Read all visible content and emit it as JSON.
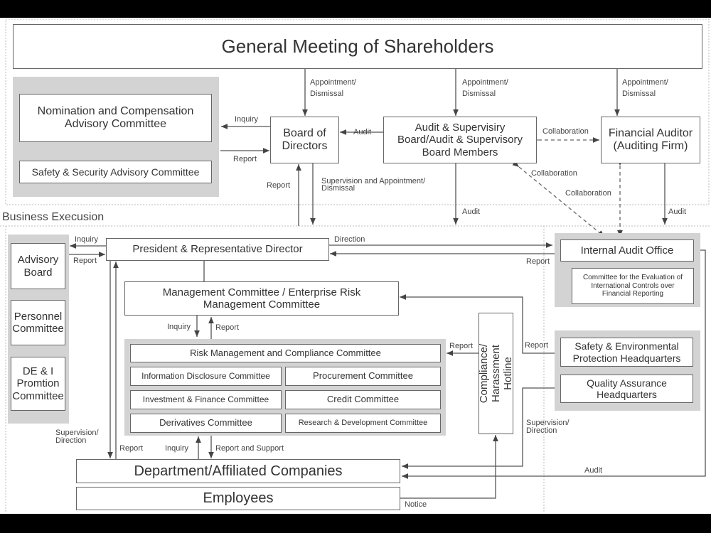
{
  "governance": {
    "shareholders": "General Meeting of Shareholders",
    "nomination_committee": "Nomination and Compensation Advisory Committee",
    "safety_security_committee": "Safety & Security Advisory Committee",
    "board": "Board of Directors",
    "audit_board": "Audit & Supervisiry Board/Audit & Supervisory Board Members",
    "financial_auditor": "Financial Auditor (Auditing Firm)"
  },
  "execution": {
    "section_label": "Business Execusion",
    "advisory_board": "Advisory Board",
    "personnel_committee": "Personnel Committee",
    "dei_committee": "DE & I Promtion Committee",
    "president": "President & Representative Director",
    "management_committee": "Management Committee / Enterprise Risk Management Committee",
    "risk_committee": "Risk Management and Compliance Committee",
    "committees": [
      "Information Disclosure Committee",
      "Procurement Committee",
      "Investment & Finance Committee",
      "Credit Committee",
      "Derivatives Committee",
      "Research & Development Committee"
    ],
    "hotline": "Compliance/ Harassment Hotline",
    "internal_audit": "Internal Audit Office",
    "icfr_committee": "Committee for the Evaluation of International Controls over Financial Reporting",
    "safety_env_hq": "Safety & Environmental Protection Headquarters",
    "qa_hq": "Quality Assurance Headquarters",
    "departments": "Department/Affiliated Companies",
    "employees": "Employees"
  },
  "labels": {
    "appointment_dismissal": "Appointment/ Dismissal",
    "inquiry": "Inquiry",
    "report": "Report",
    "audit": "Audit",
    "collaboration": "Collaboration",
    "supervision_appointment": "Supervision and Appointment/ Dismissal",
    "direction": "Direction",
    "supervision_direction": "Supervision/ Direction",
    "report_support": "Report and Support",
    "notice": "Notice"
  }
}
